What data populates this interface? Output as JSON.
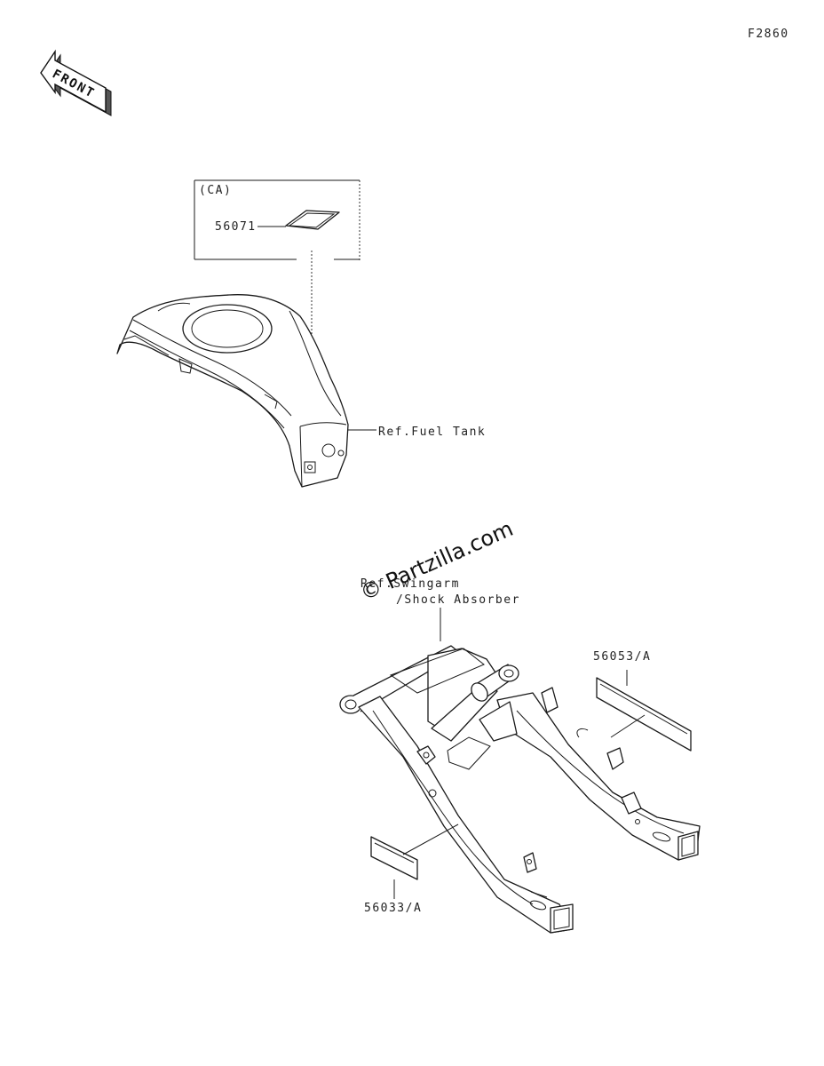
{
  "figure_code": "F2860",
  "front_arrow": {
    "label": "FRONT",
    "icon": "front-arrow-icon"
  },
  "inset": {
    "title": "(CA)"
  },
  "labels": {
    "part_56071": "56071",
    "ref_fuel_tank": "Ref.Fuel Tank",
    "ref_swingarm_line1": "Ref.Swingarm",
    "ref_swingarm_line2": "/Shock Absorber",
    "part_56053": "56053/A",
    "part_56033": "56033/A"
  },
  "watermark": "© Partzilla.com"
}
